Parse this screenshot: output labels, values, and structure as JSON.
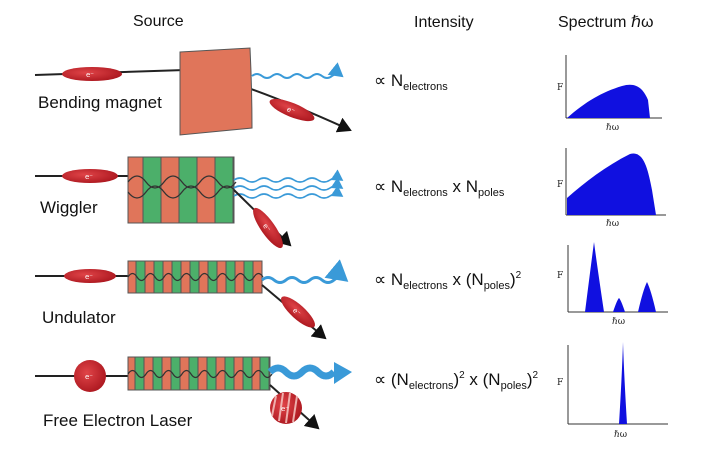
{
  "headers": {
    "source": "Source",
    "intensity": "Intensity",
    "spectrum": "Spectrum ℏω"
  },
  "electron_label": "e⁻",
  "rows": [
    {
      "name": "Bending magnet",
      "intensity": {
        "propto": "∝ ",
        "n": "N",
        "e_sub": "electrons"
      },
      "spectrum": {
        "y_axis": "F",
        "x_axis": "ℏω"
      }
    },
    {
      "name": "Wiggler",
      "intensity": {
        "propto": "∝ ",
        "n": "N",
        "e_sub": "electrons",
        "times": " x ",
        "n2": "N",
        "p_sub": "poles"
      },
      "spectrum": {
        "y_axis": "F",
        "x_axis": "ℏω"
      }
    },
    {
      "name": "Undulator",
      "intensity": {
        "propto": "∝ ",
        "n": "N",
        "e_sub": "electrons",
        "times": " x (",
        "n2": "N",
        "p_sub": "poles",
        "close": ")",
        "sq": "2"
      },
      "spectrum": {
        "y_axis": "F",
        "x_axis": "ℏω"
      }
    },
    {
      "name": "Free Electron Laser",
      "intensity": {
        "propto": "∝ (",
        "n": "N",
        "e_sub": "electrons",
        "close1": ")",
        "sq1": "2",
        "times": " x (",
        "n2": "N",
        "p_sub": "poles",
        "close2": ")",
        "sq2": "2"
      },
      "spectrum": {
        "y_axis": "F",
        "x_axis": "ℏω"
      }
    }
  ],
  "colors": {
    "magnet": "#e0755a",
    "pole_green": "#4caf6a",
    "electron": "#c0202a",
    "spectrum_fill": "#1010e0",
    "radiation": "#3a9ad8"
  }
}
